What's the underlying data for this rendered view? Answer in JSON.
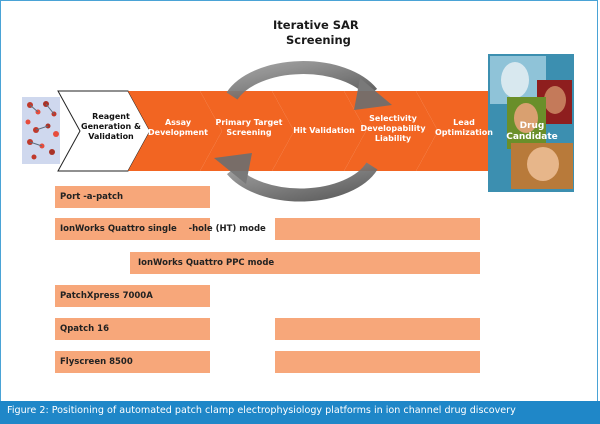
{
  "title": {
    "line1": "Iterative SAR",
    "line2": "Screening"
  },
  "workflow": [
    {
      "line1": "Reagent",
      "line2": "Generation &",
      "line3": "Validation"
    },
    {
      "line1": "Assay",
      "line2": "Development"
    },
    {
      "line1": "Primary Target",
      "line2": "Screening"
    },
    {
      "line1": "Hit Validation"
    },
    {
      "line1": "Selectivity",
      "line2": "Developability",
      "line3": "Liability"
    },
    {
      "line1": "Lead",
      "line2": "Optimization"
    }
  ],
  "drug_candidate": {
    "line1": "Drug",
    "line2": "Candidate"
  },
  "platforms": [
    {
      "label": "Port -a-patch"
    },
    {
      "label": "IonWorks Quattro single    -hole (HT) mode"
    },
    {
      "label": "IonWorks Quattro PPC mode"
    },
    {
      "label": "PatchXpress 7000A"
    },
    {
      "label": "Qpatch 16"
    },
    {
      "label": "Flyscreen 8500"
    }
  ],
  "caption": "Figure 2: Positioning of automated patch clamp electrophysiology platforms in ion channel drug discovery",
  "colors": {
    "orange": "#f26522",
    "bar": "#f7a77a",
    "caption_bg": "#1f87c8",
    "cycle_arrow": "#6e6e6e"
  }
}
